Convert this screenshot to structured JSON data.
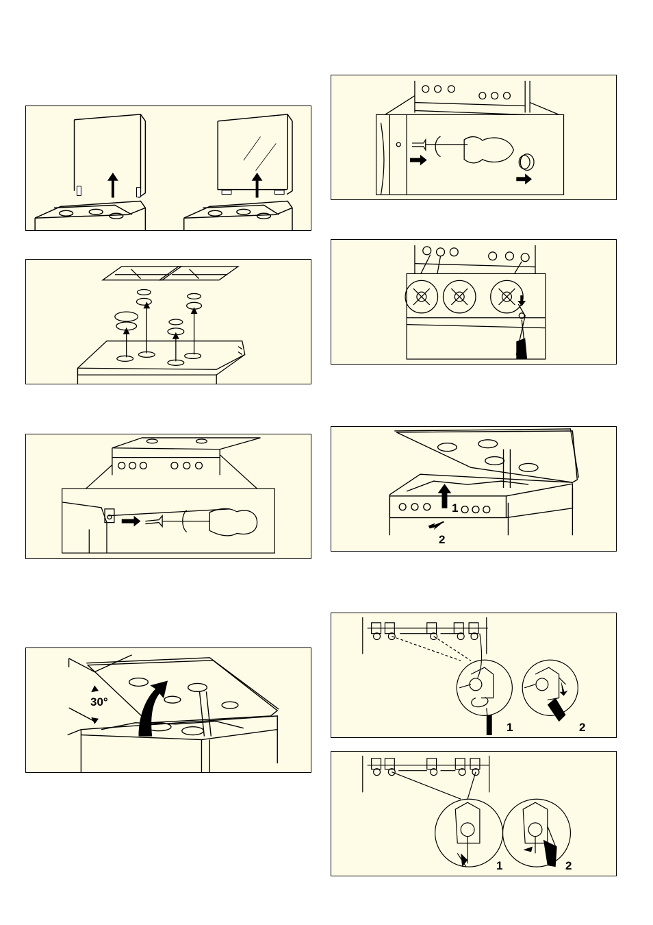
{
  "figures": {
    "lid_removal": {
      "description_hidden": true
    },
    "burner_removal": {},
    "side_screw": {},
    "hob_raise": {
      "angle_label": "30°"
    },
    "front_panel_screw": {},
    "knob_screws": {},
    "hob_lift": {
      "step1": "1",
      "step2": "2"
    },
    "valve_detach": {
      "step1": "1",
      "step2": "2"
    },
    "valve_refit": {
      "step1": "1",
      "step2": "2"
    }
  }
}
